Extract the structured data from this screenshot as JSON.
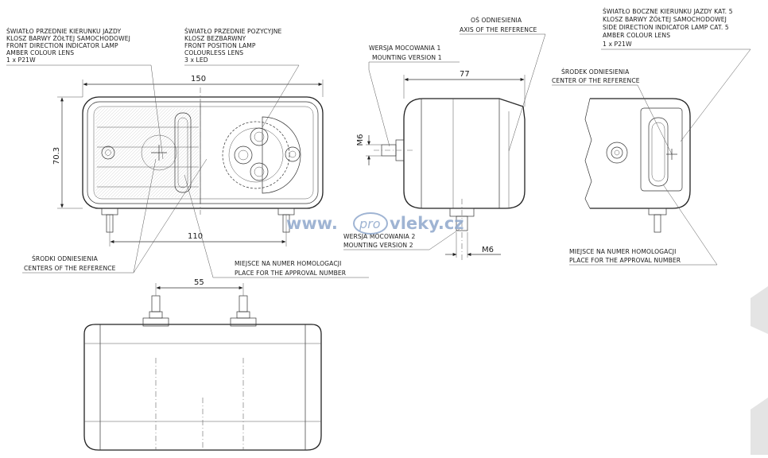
{
  "labels": {
    "front_indicator": [
      "ŚWIATŁO PRZEDNIE KIERUNKU JAZDY",
      "KLOSZ BARWY ŻÓŁTEJ SAMOCHODOWEJ",
      "FRONT DIRECTION INDICATOR LAMP",
      "AMBER COLOUR LENS",
      "1 x P21W"
    ],
    "front_position": [
      "ŚWIATŁO PRZEDNIE POZYCYJNE",
      "KLOSZ BEZBARWNY",
      "FRONT POSITION LAMP",
      "COLOURLESS LENS",
      "3 x LED"
    ],
    "axis_reference": [
      "OŚ ODNIESIENIA",
      "AXIS OF THE REFERENCE"
    ],
    "mounting_v1": [
      "WERSJA MOCOWANIA 1",
      "MOUNTING VERSION 1"
    ],
    "side_indicator": [
      "ŚWIATŁO BOCZNE KIERUNKU JAZDY KAT. 5",
      "KLOSZ BARWY ŻÓŁTEJ SAMOCHODOWEJ",
      "SIDE DIRECTION INDICATOR LAMP CAT. 5",
      "AMBER COLOUR LENS",
      "1 x P21W"
    ],
    "center_reference": [
      "ŚRODEK ODNIESIENIA",
      "CENTER OF THE REFERENCE"
    ],
    "centers_reference": [
      "ŚRODKI ODNIESIENIA",
      "CENTERS OF THE REFERENCE"
    ],
    "approval_number_1": [
      "MIEJSCE NA NUMER HOMOLOGACJI",
      "PLACE FOR THE APPROVAL NUMBER"
    ],
    "mounting_v2": [
      "WERSJA MOCOWANIA 2",
      "MOUNTING VERSION 2"
    ],
    "approval_number_2": [
      "MIEJSCE NA NUMER HOMOLOGACJI",
      "PLACE FOR THE APPROVAL NUMBER"
    ]
  },
  "dimensions": {
    "width": "150",
    "height": "70.3",
    "mount_spacing": "110",
    "depth": "77",
    "bolt_v1": "M6",
    "bolt_v2": "M6",
    "bottom_spacing": "55"
  },
  "watermark": {
    "pre": "www.",
    "logo": "pro",
    "post": "vleky.cz"
  }
}
